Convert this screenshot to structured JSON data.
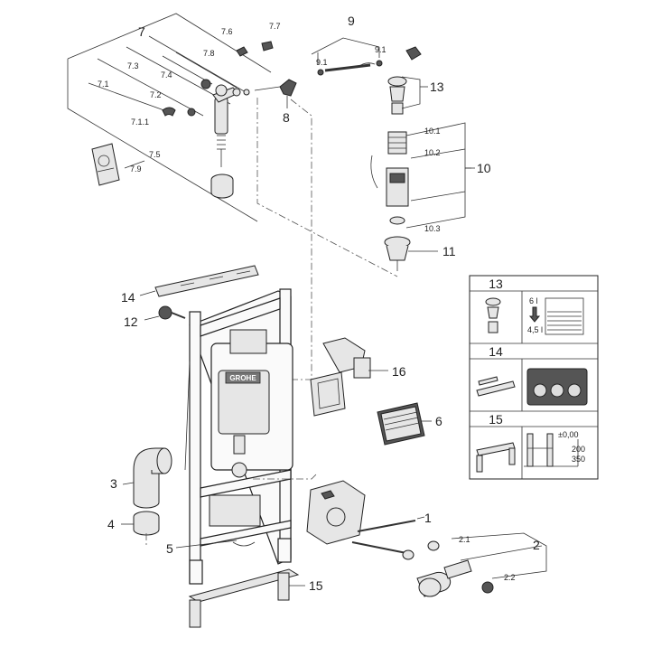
{
  "callouts": [
    {
      "id": "c7",
      "text": "7"
    },
    {
      "id": "c76",
      "text": "7.6"
    },
    {
      "id": "c77",
      "text": "7.7"
    },
    {
      "id": "c78",
      "text": "7.8"
    },
    {
      "id": "c73",
      "text": "7.3"
    },
    {
      "id": "c74",
      "text": "7.4"
    },
    {
      "id": "c71",
      "text": "7.1"
    },
    {
      "id": "c72",
      "text": "7.2"
    },
    {
      "id": "c711",
      "text": "7.1.1"
    },
    {
      "id": "c75",
      "text": "7.5"
    },
    {
      "id": "c79",
      "text": "7.9"
    },
    {
      "id": "c8",
      "text": "8"
    },
    {
      "id": "c9",
      "text": "9"
    },
    {
      "id": "c91a",
      "text": "9.1"
    },
    {
      "id": "c91b",
      "text": "9.1"
    },
    {
      "id": "c13",
      "text": "13"
    },
    {
      "id": "c101",
      "text": "10.1"
    },
    {
      "id": "c102",
      "text": "10.2"
    },
    {
      "id": "c10",
      "text": "10"
    },
    {
      "id": "c103",
      "text": "10.3"
    },
    {
      "id": "c11",
      "text": "11"
    },
    {
      "id": "c14",
      "text": "14"
    },
    {
      "id": "c12",
      "text": "12"
    },
    {
      "id": "c16",
      "text": "16"
    },
    {
      "id": "c6",
      "text": "6"
    },
    {
      "id": "c3",
      "text": "3"
    },
    {
      "id": "c4",
      "text": "4"
    },
    {
      "id": "c5",
      "text": "5"
    },
    {
      "id": "c1",
      "text": "1"
    },
    {
      "id": "c21",
      "text": "2.1"
    },
    {
      "id": "c2",
      "text": "2"
    },
    {
      "id": "c22",
      "text": "2.2"
    },
    {
      "id": "c15",
      "text": "15"
    }
  ],
  "legend": {
    "rows": [
      {
        "label": "13"
      },
      {
        "label": "14"
      },
      {
        "label": "15"
      }
    ],
    "row13_texts": [
      "6 l",
      "4,5 l"
    ],
    "row15_texts": [
      "±0,00",
      "200",
      "350"
    ]
  },
  "brand_logo": "GROHE"
}
